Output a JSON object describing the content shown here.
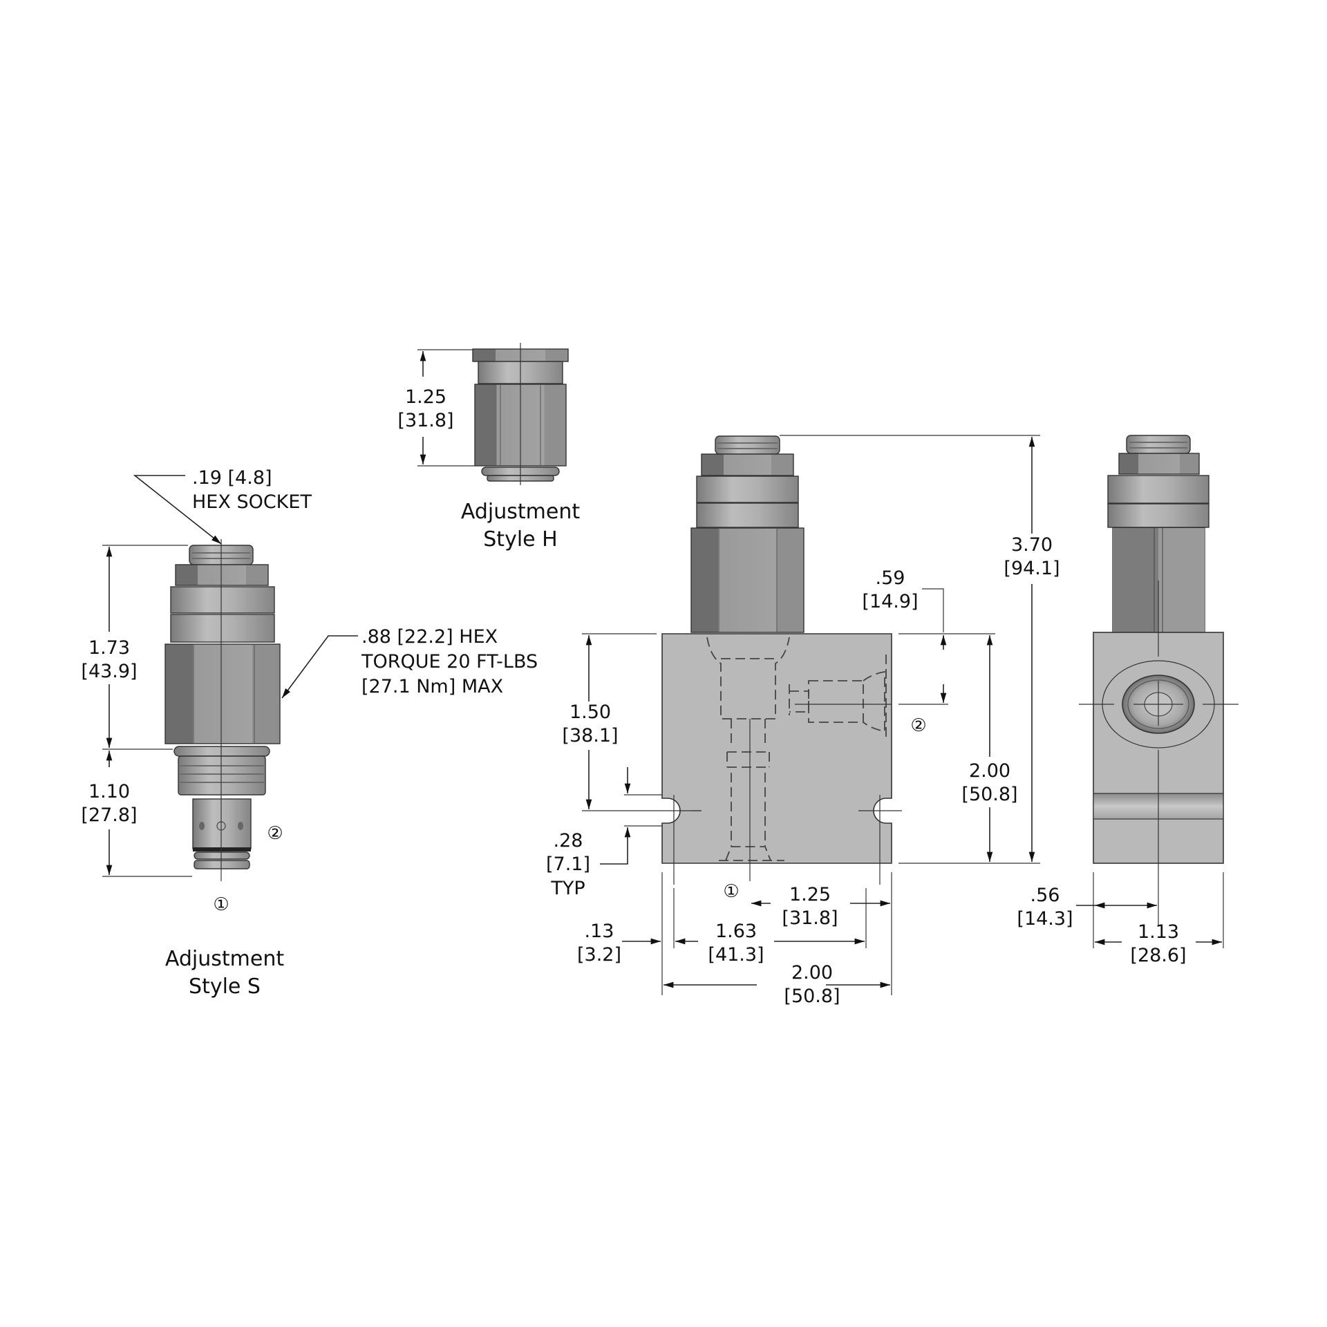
{
  "colors": {
    "background": "#ffffff",
    "block_fill": "#b9b9b9",
    "metal_light": "#b4b4b4",
    "metal_mid": "#8e8e8e",
    "metal_dark": "#6a6a6a",
    "line": "#222222"
  },
  "views": {
    "style_s": {
      "caption_line1": "Adjustment",
      "caption_line2": "Style S",
      "hex_socket": {
        "value": ".19 [4.8]",
        "label": "HEX SOCKET"
      },
      "hex_callout": {
        "line1": ".88 [22.2] HEX",
        "line2": "TORQUE 20 FT-LBS",
        "line3": "[27.1 Nm] MAX"
      },
      "dim_upper": {
        "inch": "1.73",
        "mm": "[43.9]"
      },
      "dim_lower": {
        "inch": "1.10",
        "mm": "[27.8]"
      },
      "port_1": "①",
      "port_2": "②"
    },
    "style_h": {
      "caption_line1": "Adjustment",
      "caption_line2": "Style H",
      "dim_height": {
        "inch": "1.25",
        "mm": "[31.8]"
      }
    },
    "front": {
      "dim_overall_height": {
        "inch": "3.70",
        "mm": "[94.1]"
      },
      "dim_port2_offset": {
        "inch": ".59",
        "mm": "[14.9]"
      },
      "dim_block_height": {
        "inch": "2.00",
        "mm": "[50.8]"
      },
      "dim_slot_height": {
        "inch": "1.50",
        "mm": "[38.1]"
      },
      "dim_slot_width": {
        "inch": ".28",
        "mm": "[7.1]",
        "note": "TYP"
      },
      "dim_port1_offset": {
        "inch": "1.25",
        "mm": "[31.8]"
      },
      "dim_slot_spacing": {
        "inch": "1.63",
        "mm": "[41.3]"
      },
      "dim_slot_edge": {
        "inch": ".13",
        "mm": "[3.2]"
      },
      "dim_block_width": {
        "inch": "2.00",
        "mm": "[50.8]"
      },
      "port_1": "①",
      "port_2": "②"
    },
    "side": {
      "dim_center": {
        "inch": ".56",
        "mm": "[14.3]"
      },
      "dim_width": {
        "inch": "1.13",
        "mm": "[28.6]"
      }
    }
  }
}
